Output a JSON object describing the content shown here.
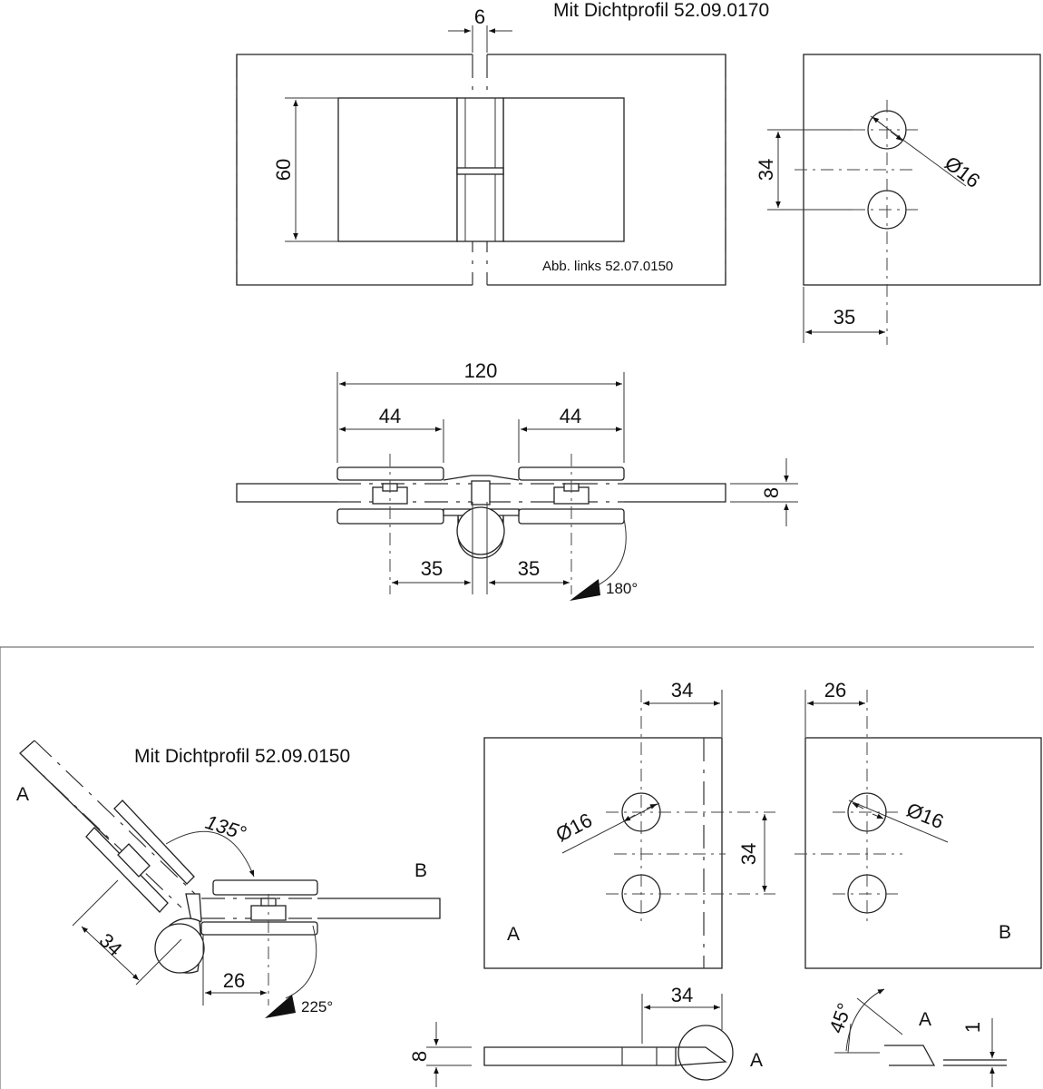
{
  "labels": {
    "top_title": "Mit Dichtprofil 52.09.0170",
    "abb_note": "Abb. links 52.07.0150",
    "bottom_title": "Mit Dichtprofil 52.09.0150"
  },
  "dimensions": {
    "gap": "6",
    "height_60": "60",
    "hole_spacing_top": "34",
    "diameter_top": "Ø16",
    "edge_35": "35",
    "overall_120": "120",
    "left_44": "44",
    "right_44": "44",
    "thickness_8": "8",
    "left_35": "35",
    "right_35": "35",
    "angle_180": "180°",
    "angle_135": "135°",
    "side_34": "34",
    "bottom_26": "26",
    "angle_225": "225°",
    "plate_a_34": "34",
    "plate_a_diameter": "Ø16",
    "plate_a_spacing": "34",
    "plate_b_26": "26",
    "plate_b_diameter": "Ø16",
    "side_view_34": "34",
    "side_view_8": "8",
    "angle_45": "45°",
    "thickness_1": "1"
  },
  "letters": {
    "a1": "A",
    "b1": "B",
    "a2": "A",
    "b2": "B",
    "a3": "A",
    "a4": "A"
  }
}
